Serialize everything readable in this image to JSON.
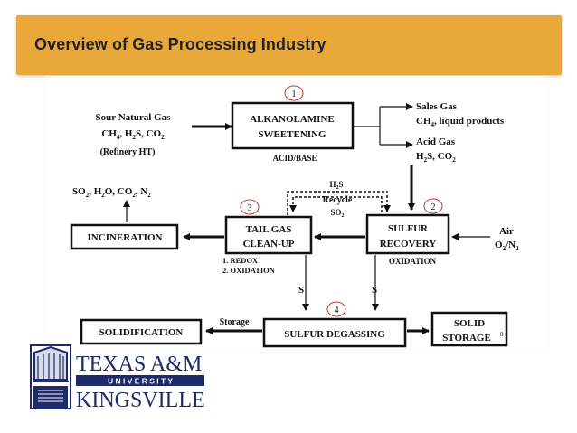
{
  "slide": {
    "title": "Overview of Gas Processing Industry",
    "title_bar_color": "#e8a93a"
  },
  "diagram": {
    "feed": {
      "line1": "Sour Natural Gas",
      "line2": "CH",
      "line2_sub": "4",
      "line2_rest": ", H",
      "line2_sub2": "2",
      "line2_rest2": "S, CO",
      "line2_sub3": "2",
      "line3": "(Refinery HT)"
    },
    "nodes": {
      "sweetening": {
        "number": "1",
        "line1": "ALKANOLAMINE",
        "line2": "SWEETENING",
        "caption": "ACID/BASE"
      },
      "sulfur_recovery": {
        "number": "2",
        "line1": "SULFUR",
        "line2": "RECOVERY",
        "caption": "OXIDATION"
      },
      "tail_gas": {
        "number": "3",
        "line1": "TAIL GAS",
        "line2": "CLEAN-UP",
        "caption1": "1.  REDOX",
        "caption2": "2.  OXIDATION"
      },
      "incineration": {
        "label": "INCINERATION"
      },
      "degassing": {
        "number": "4",
        "label": "SULFUR DEGASSING"
      },
      "solidification": {
        "label": "SOLIDIFICATION"
      },
      "solid_storage": {
        "line1": "SOLID",
        "line2": "STORAGE",
        "sup": "8"
      }
    },
    "outputs": {
      "sales_gas": "Sales Gas",
      "sales_products_pre": "CH",
      "sales_products_sub": "4",
      "sales_products_post": ", liquid products",
      "acid_gas": "Acid Gas",
      "acid_gas_comp_pre": "H",
      "acid_gas_comp_sub": "2",
      "acid_gas_comp_mid": "S, CO",
      "acid_gas_comp_sub2": "2",
      "air": "Air",
      "air_comp_pre": "O",
      "air_comp_sub": "2",
      "air_comp_mid": "/N",
      "air_comp_sub2": "2",
      "emissions_pre": "SO",
      "emissions_sub": "2",
      "emissions_mid": ", H",
      "emissions_sub2": "2",
      "emissions_mid2": "O, CO",
      "emissions_sub3": "2",
      "emissions_mid3": ", N",
      "emissions_sub4": "2"
    },
    "recycle": {
      "h2s_pre": "H",
      "h2s_sub": "2",
      "h2s_post": "S",
      "label": "Recycle",
      "so2_pre": "SO",
      "so2_sub": "2"
    },
    "flow_labels": {
      "s_left": "S",
      "s_right": "S",
      "storage": "Storage"
    }
  },
  "logo": {
    "line1": "TEXAS A&M",
    "line2": "U N I V E R S I T Y",
    "line3": "KINGSVILLE",
    "color": "#1f2a6b"
  }
}
